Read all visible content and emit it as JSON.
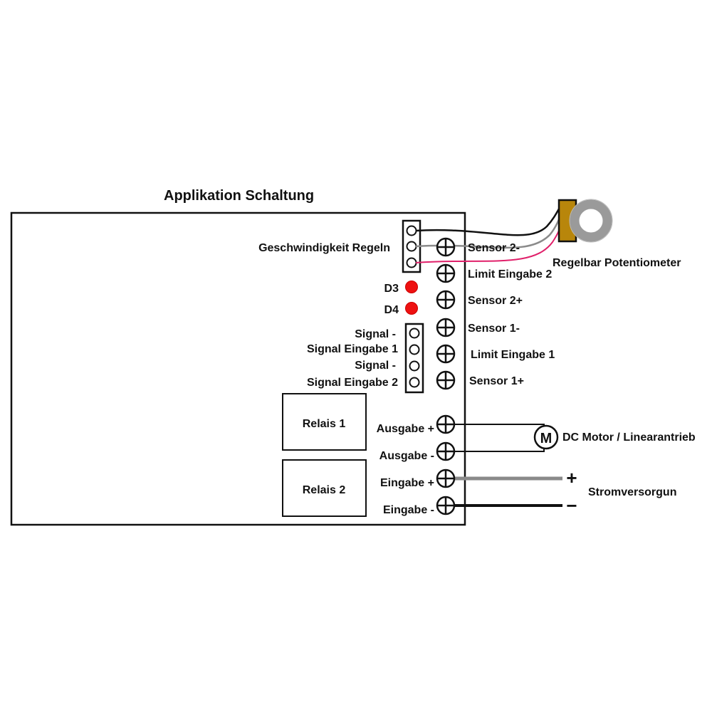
{
  "title": "Applikation Schaltung",
  "speed_header_label": "Geschwindigkeit Regeln",
  "leds": [
    {
      "label": "D3",
      "color": "#ee1111"
    },
    {
      "label": "D4",
      "color": "#ee1111"
    }
  ],
  "signal_labels": [
    "Signal -",
    "Signal Eingabe 1",
    "Signal -",
    "Signal Eingabe 2"
  ],
  "relays": [
    "Relais 1",
    "Relais 2"
  ],
  "upper_terminals": [
    "Sensor 2-",
    "Limit Eingabe 2",
    "Sensor 2+",
    "Sensor 1-",
    "Limit Eingabe 1",
    "Sensor 1+"
  ],
  "lower_terminals": [
    "Ausgabe +",
    "Ausgabe -",
    "Eingabe +",
    "Eingabe -"
  ],
  "potentiometer_label": "Regelbar Potentiometer",
  "motor": {
    "symbol": "M",
    "label": "DC Motor / Linearantrieb"
  },
  "power": {
    "plus": "+",
    "minus": "−",
    "label": "Stromversorgun"
  },
  "colors": {
    "wire_black": "#111111",
    "wire_gray": "#8a8a8a",
    "wire_pink": "#e0206a",
    "potentiometer_body": "#b8860b",
    "led_red": "#ee1111"
  }
}
